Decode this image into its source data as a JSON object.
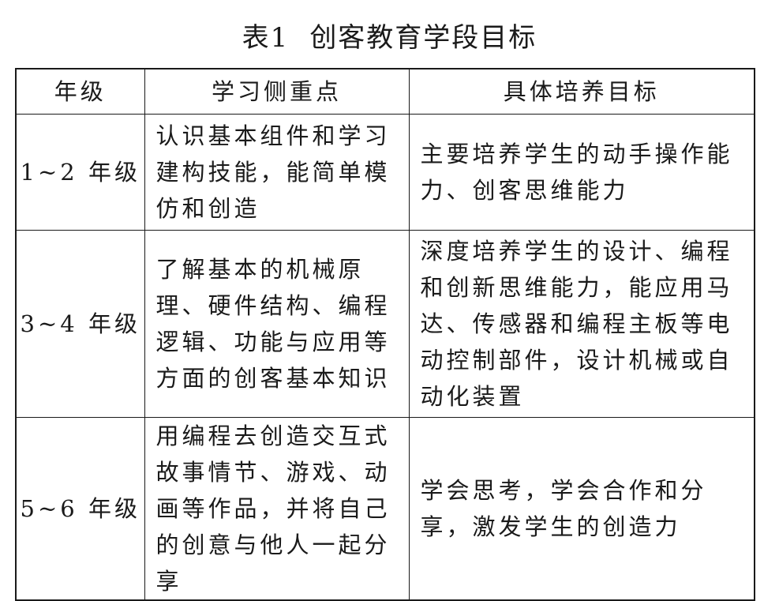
{
  "caption": {
    "number": "表1",
    "title": "创客教育学段目标"
  },
  "table": {
    "headers": [
      "年级",
      "学习侧重点",
      "具体培养目标"
    ],
    "rows": [
      {
        "grade": "1~2 年级",
        "focus": "认识基本组件和学习建构技能，能简单模仿和创造",
        "goal": "主要培养学生的动手操作能力、创客思维能力"
      },
      {
        "grade": "3~4 年级",
        "focus": "了解基本的机械原理、硬件结构、编程逻辑、功能与应用等方面的创客基本知识",
        "goal": "深度培养学生的设计、编程和创新思维能力，能应用马达、传感器和编程主板等电动控制部件，设计机械或自动化装置"
      },
      {
        "grade": "5~6 年级",
        "focus": "用编程去创造交互式故事情节、游戏、动画等作品，并将自己的创意与他人一起分享",
        "goal": "学会思考，学会合作和分享，激发学生的创造力"
      }
    ]
  }
}
